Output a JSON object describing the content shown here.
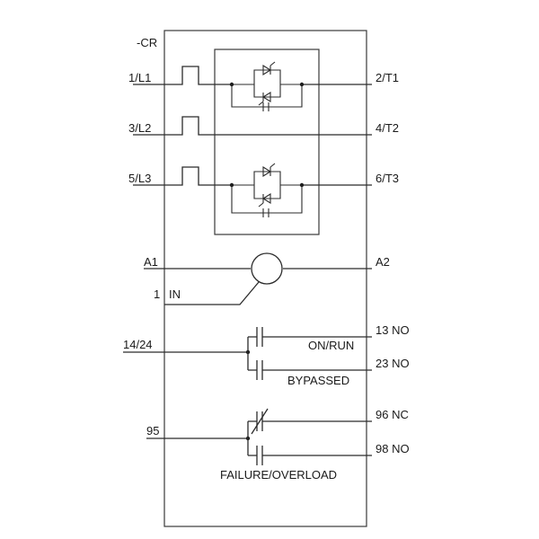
{
  "device": {
    "tag": "-CR"
  },
  "power_terminals": {
    "line": [
      "1/L1",
      "3/L2",
      "5/L3"
    ],
    "load": [
      "2/T1",
      "4/T2",
      "6/T3"
    ]
  },
  "coil": {
    "a1": "A1",
    "a2": "A2",
    "input_number": "1",
    "input_label": "IN"
  },
  "aux_contacts": {
    "common_1": "14/24",
    "no_13": "13 NO",
    "on_run": "ON/RUN",
    "no_23": "23 NO",
    "bypassed": "BYPASSED",
    "common_2": "95",
    "nc_96": "96 NC",
    "no_98": "98 NO",
    "failure": "FAILURE/OVERLOAD"
  }
}
